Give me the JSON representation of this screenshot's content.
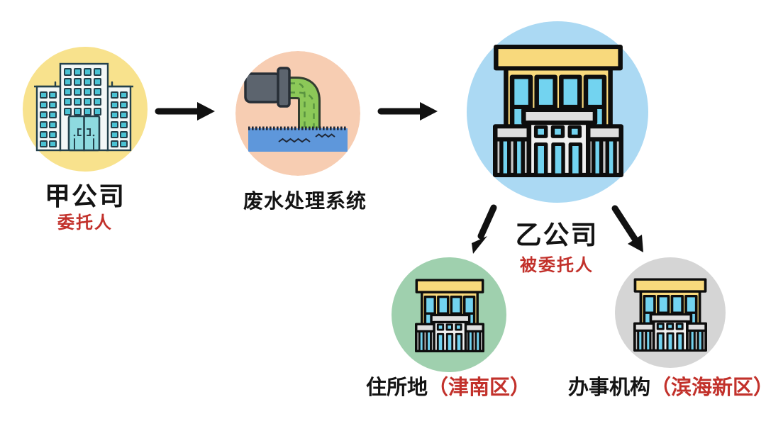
{
  "diagram": {
    "company_a": {
      "title": "甲公司",
      "role": "委托人",
      "circle_color": "#F8E28D",
      "icon": "office-building-icon"
    },
    "treatment": {
      "title": "废水处理系统",
      "circle_color": "#F7CDB2",
      "icon": "wastewater-discharge-icon"
    },
    "company_b": {
      "title": "乙公司",
      "role": "被委托人",
      "circle_color": "#ABD9F3",
      "icon": "government-building-icon"
    },
    "residence": {
      "title": "住所地",
      "region": "（津南区）",
      "circle_color": "#9FD0AE",
      "icon": "government-building-icon"
    },
    "agency": {
      "title": "办事机构",
      "region": "（滨海新区）",
      "circle_color": "#D5D5D5",
      "icon": "government-building-icon"
    },
    "colors": {
      "highlight_red": "#C2312B",
      "text_black": "#141414",
      "arrow": "#111111"
    }
  }
}
